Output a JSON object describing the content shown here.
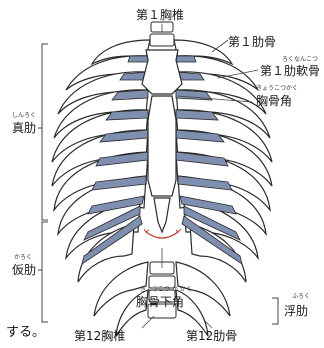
{
  "labels": {
    "t1_vertebra": "第１胸椎",
    "rib1": "第１肋骨",
    "costal_cartilage1": "第１肋軟骨",
    "costal_cartilage1_reading": "ろくなんこつ",
    "sternal_angle": "胸骨角",
    "sternal_angle_reading": "きょうこつかく",
    "true_ribs": "真肋",
    "true_ribs_reading": "しんろく",
    "false_ribs": "仮肋",
    "false_ribs_reading": "かろく",
    "infrasternal_angle": "胸骨下角",
    "infrasternal_angle_reading": "きょうこつ か かく",
    "floating_ribs": "浮肋",
    "floating_ribs_reading": "ふろく",
    "t12_vertebra": "第12胸椎",
    "rib12": "第12肋骨"
  },
  "text_fragment": "する。",
  "colors": {
    "bone_fill": "#ffffff",
    "bone_stroke": "#2a2a2a",
    "cartilage_fill": "#7f8fb0",
    "leader_line": "#444444",
    "angle_arc": "#c0392b"
  }
}
